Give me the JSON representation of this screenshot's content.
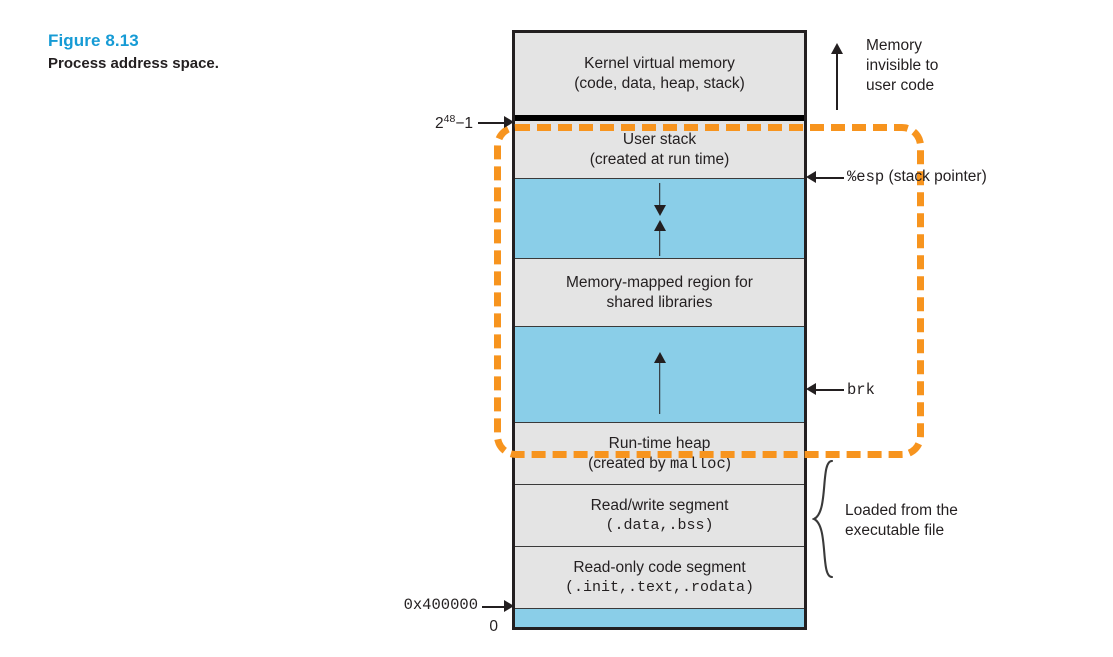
{
  "caption": {
    "figure_number": "Figure 8.13",
    "title": "Process address space."
  },
  "colors": {
    "accent_blue": "#169BD5",
    "free_region_blue": "#8ACEE8",
    "segment_gray": "#e4e4e4",
    "highlight_orange": "#F7941E",
    "outline_black": "#231f20"
  },
  "diagram": {
    "type": "memory-layout",
    "regions": [
      {
        "id": "kernel-virtual-memory",
        "line1": "Kernel virtual memory",
        "line2": "(code, data, heap, stack)",
        "fill": "gray"
      },
      {
        "id": "user-stack",
        "line1": "User stack",
        "line2": "(created at run time)",
        "fill": "gray"
      },
      {
        "id": "stack-gap",
        "line1": "",
        "line2": "",
        "fill": "blue"
      },
      {
        "id": "memory-mapped-region",
        "line1": "Memory-mapped region for",
        "line2": "shared libraries",
        "fill": "gray"
      },
      {
        "id": "heap-gap",
        "line1": "",
        "line2": "",
        "fill": "blue"
      },
      {
        "id": "run-time-heap",
        "line1": "Run-time heap",
        "line2_prefix": "(created by ",
        "line2_mono": "malloc",
        "line2_suffix": ")",
        "fill": "gray"
      },
      {
        "id": "read-write-segment",
        "line1": "Read/write segment",
        "line2_mono": "(.data,.bss)",
        "fill": "gray"
      },
      {
        "id": "read-only-code-segment",
        "line1": "Read-only code segment",
        "line2_mono": "(.init,.text,.rodata)",
        "fill": "gray"
      },
      {
        "id": "reserved-low-memory",
        "line1": "",
        "line2": "",
        "fill": "blue"
      }
    ],
    "address_labels": [
      {
        "id": "top-of-user-space",
        "text_base": "2",
        "text_sup": "48",
        "text_tail": "−1",
        "mono": false
      },
      {
        "id": "program-load-address",
        "text": "0x400000",
        "mono": true
      },
      {
        "id": "zero-address",
        "text": "0",
        "mono": false
      }
    ],
    "pointer_labels": [
      {
        "id": "stack-pointer",
        "mono_text": "%esp",
        "plain_text": "(stack pointer)"
      },
      {
        "id": "break-pointer",
        "mono_text": "brk",
        "plain_text": ""
      }
    ],
    "annotations": [
      {
        "id": "memory-invisible-note",
        "lines": [
          "Memory",
          "invisible to",
          "user code"
        ]
      },
      {
        "id": "loaded-from-executable-note",
        "lines": [
          "Loaded from the",
          "executable file"
        ]
      }
    ]
  }
}
